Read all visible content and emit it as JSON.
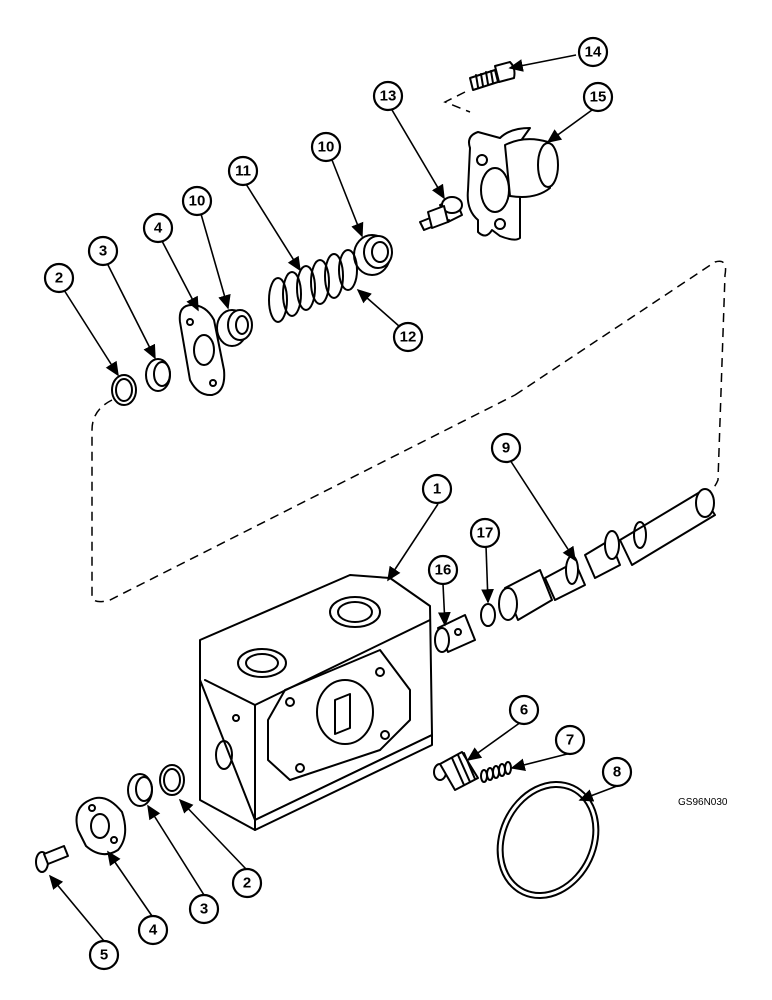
{
  "drawing_code": "GS96N030",
  "callouts": {
    "c1": "1",
    "c2a": "2",
    "c2b": "2",
    "c3a": "3",
    "c3b": "3",
    "c4a": "4",
    "c4b": "4",
    "c5": "5",
    "c6": "6",
    "c7": "7",
    "c8": "8",
    "c9": "9",
    "c10a": "10",
    "c10b": "10",
    "c11": "11",
    "c12": "12",
    "c13": "13",
    "c14": "14",
    "c15": "15",
    "c16": "16",
    "c17": "17"
  }
}
